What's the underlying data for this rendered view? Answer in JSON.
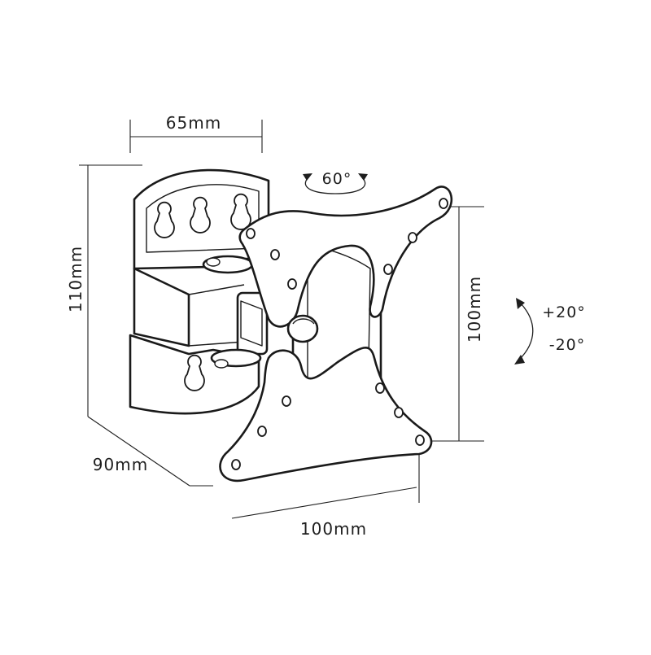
{
  "dimensions": {
    "width_top": "65mm",
    "height_left": "110mm",
    "depth": "90mm",
    "vesa_width": "100mm",
    "vesa_height": "100mm"
  },
  "angles": {
    "swivel": "60°",
    "tilt_up": "+20°",
    "tilt_down": "-20°"
  },
  "colors": {
    "line": "#1a1a1a",
    "fill": "#ffffff"
  }
}
